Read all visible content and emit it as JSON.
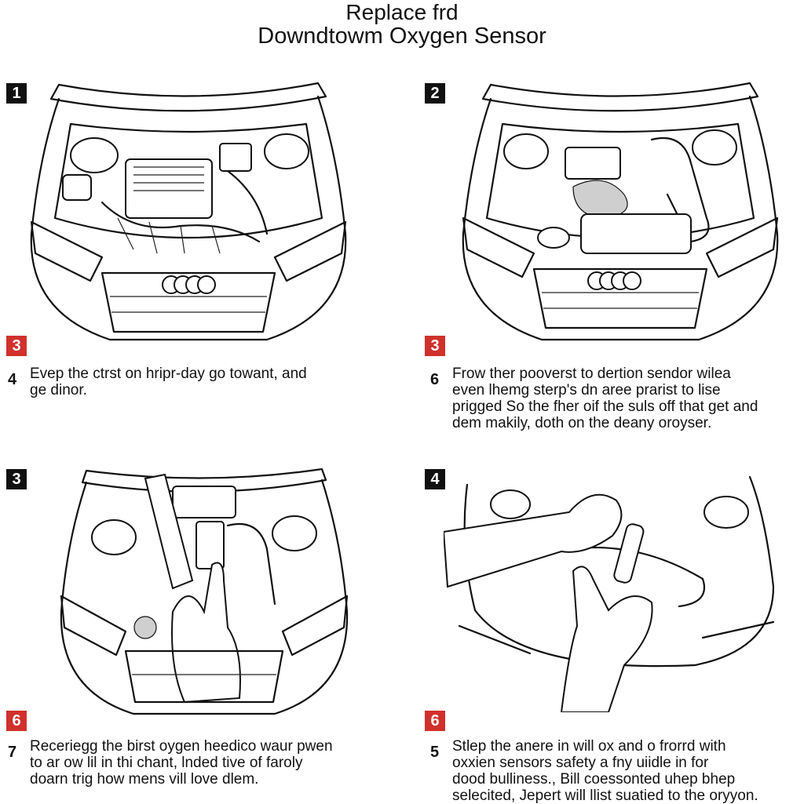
{
  "title": {
    "line1": "Replace frd",
    "line2": "Downdtowm Oxygen Sensor"
  },
  "colors": {
    "badge_dark": "#111111",
    "badge_red": "#d0312d",
    "line": "#111111"
  },
  "panels": [
    {
      "badge": "1",
      "badge_style": "dark",
      "image": "car-engine-bay-hood-open"
    },
    {
      "badge": "2",
      "badge_style": "dark",
      "image": "car-engine-bay-hood-open-exhaust"
    },
    {
      "badge": "3",
      "badge_style": "dark",
      "image": "hand-holding-tool-in-engine-bay"
    },
    {
      "badge": "4",
      "badge_style": "dark",
      "image": "hands-installing-sensor"
    }
  ],
  "captions": [
    {
      "badge": "3",
      "step": "4",
      "lines": [
        "Evep the ctrst on hripr-day go towant, and",
        "ge dinor."
      ]
    },
    {
      "badge": "3",
      "step": "6",
      "lines": [
        "Frow ther pooverst to dertion sendor wilea",
        "even lhemg sterp's dn aree prarist to lise",
        "prigged So the fher oif the suls off that get and",
        "dem makily, doth on the deany oroyser."
      ]
    },
    {
      "badge": "6",
      "step": "7",
      "lines": [
        "Receriegg the birst oygen heedico waur pwen",
        "to ar ow lil in thi chant, lnded tive of faroly",
        "doarn trig how mens vill love dlem."
      ]
    },
    {
      "badge": "6",
      "step": "5",
      "lines": [
        "Stlep the anere in will ox and o frorrd with",
        "oxxien sensors safety a fny uiidle in for",
        "dood bulliness., Bill coessonted uhep bhep",
        "selecited, Jepert will llist suatied to the oryyon."
      ]
    }
  ]
}
